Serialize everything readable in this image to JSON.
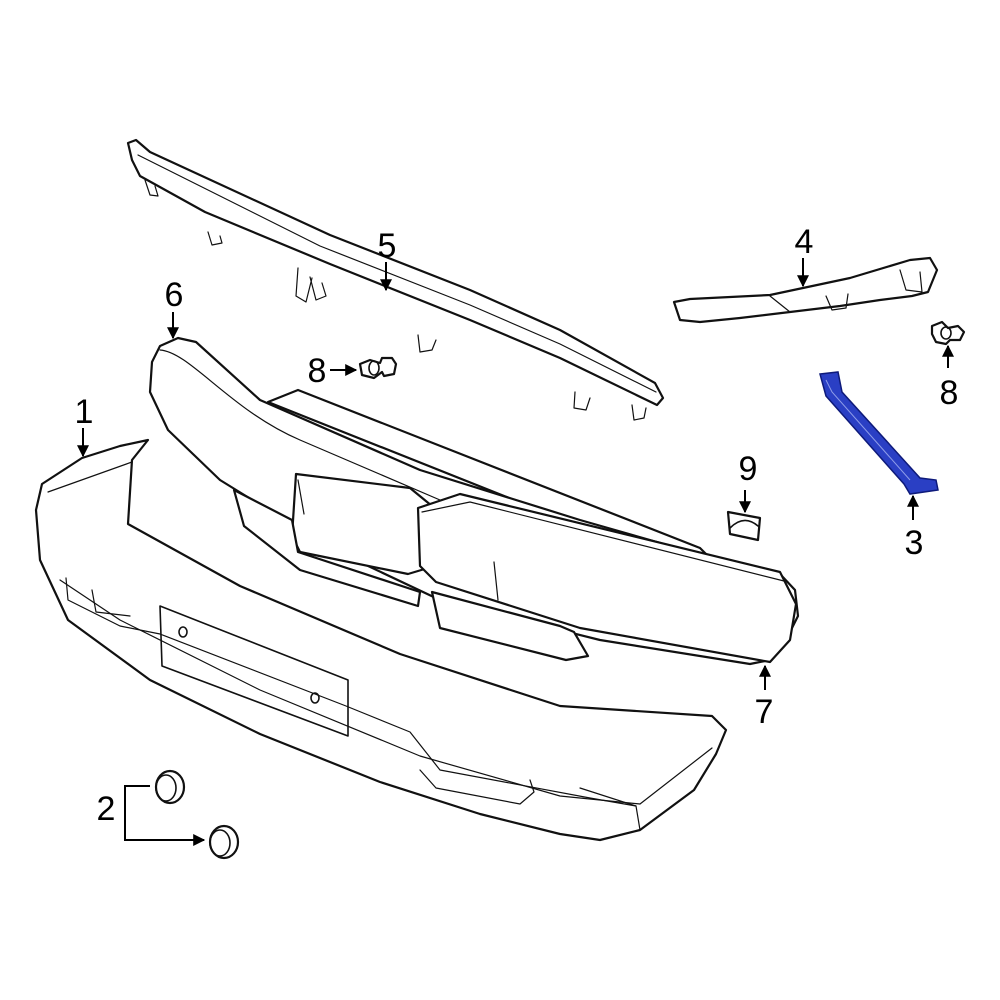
{
  "diagram": {
    "highlight_color": "#2a3fc4",
    "callouts": [
      {
        "id": "1",
        "label": "1"
      },
      {
        "id": "2",
        "label": "2"
      },
      {
        "id": "3",
        "label": "3"
      },
      {
        "id": "4",
        "label": "4"
      },
      {
        "id": "5",
        "label": "5"
      },
      {
        "id": "6",
        "label": "6"
      },
      {
        "id": "7",
        "label": "7"
      },
      {
        "id": "8a",
        "label": "8"
      },
      {
        "id": "8b",
        "label": "8"
      },
      {
        "id": "9",
        "label": "9"
      }
    ]
  }
}
